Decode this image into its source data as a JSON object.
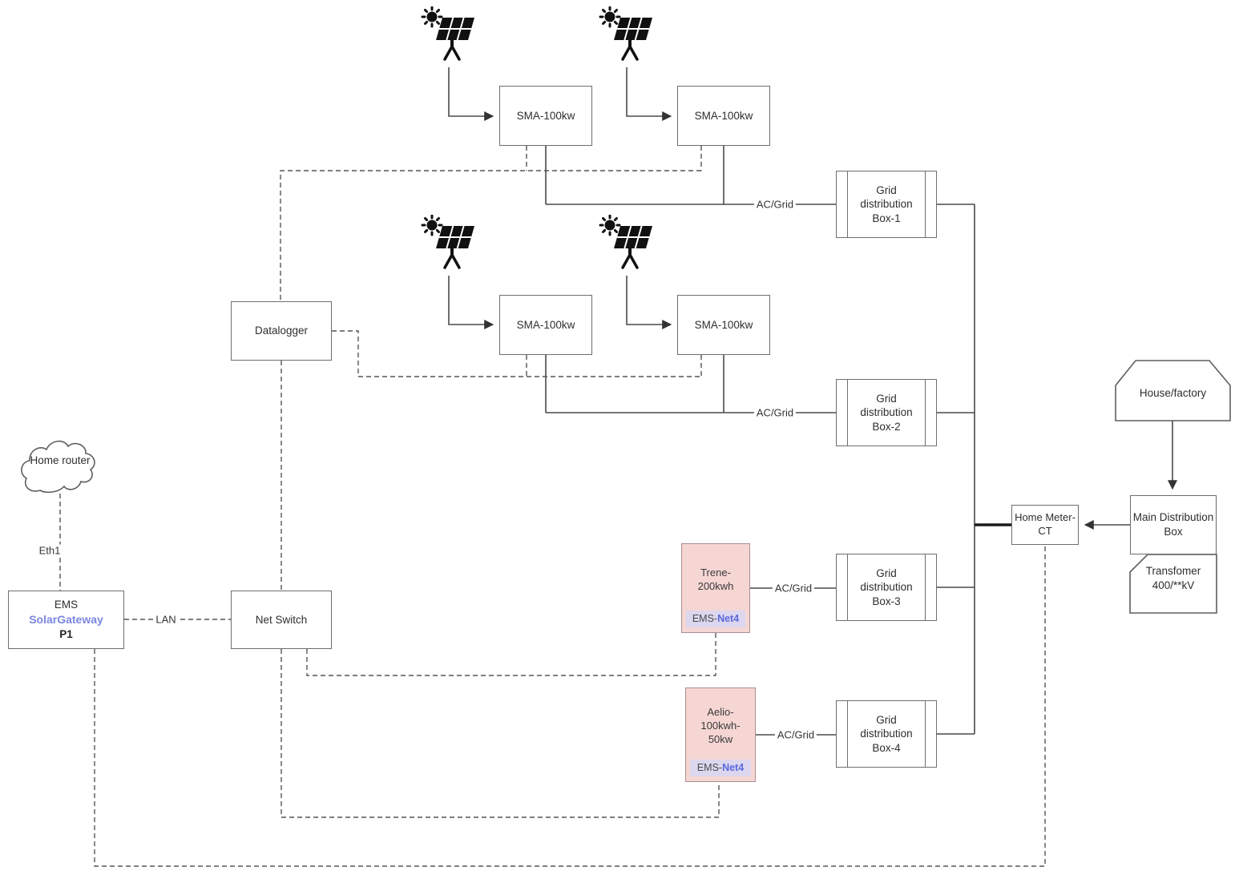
{
  "colors": {
    "accent_blue": "#5b68dd",
    "gateway_blue": "#7b86e2",
    "battery_pink": "#f5d6d3",
    "ems_strip_lavender": "#dcd7ef",
    "wire_gray": "#4a4a4a"
  },
  "nodes": {
    "inverters": [
      {
        "label": "SMA-100kw"
      },
      {
        "label": "SMA-100kw"
      },
      {
        "label": "SMA-100kw"
      },
      {
        "label": "SMA-100kw"
      }
    ],
    "grid_boxes": [
      {
        "label": "Grid distribution Box-1"
      },
      {
        "label": "Grid distribution Box-2"
      },
      {
        "label": "Grid distribution Box-3"
      },
      {
        "label": "Grid distribution Box-4"
      }
    ],
    "datalogger": {
      "label": "Datalogger"
    },
    "net_switch": {
      "label": "Net Switch"
    },
    "home_router": {
      "label": "Home router"
    },
    "ems_gateway": {
      "line1": "EMS",
      "line2": "SolarGateway",
      "line3": "P1"
    },
    "batteries": [
      {
        "name": "Trene-200kwh",
        "ems_prefix": "EMS-",
        "ems_net": "Net4"
      },
      {
        "name": "Aelio-100kwh-50kw",
        "ems_prefix": "EMS-",
        "ems_net": "Net4"
      }
    ],
    "house": {
      "label": "House/factory"
    },
    "main_distribution": {
      "label": "Main Distribution Box"
    },
    "transformer": {
      "label": "Transfomer 400/**kV"
    },
    "home_meter": {
      "label": "Home Meter-CT"
    }
  },
  "edge_labels": {
    "ac_grid_1": "AC/Grid",
    "ac_grid_2": "AC/Grid",
    "ac_grid_3": "AC/Grid",
    "ac_grid_4": "AC/Grid",
    "eth1": "Eth1",
    "lan": "LAN"
  }
}
